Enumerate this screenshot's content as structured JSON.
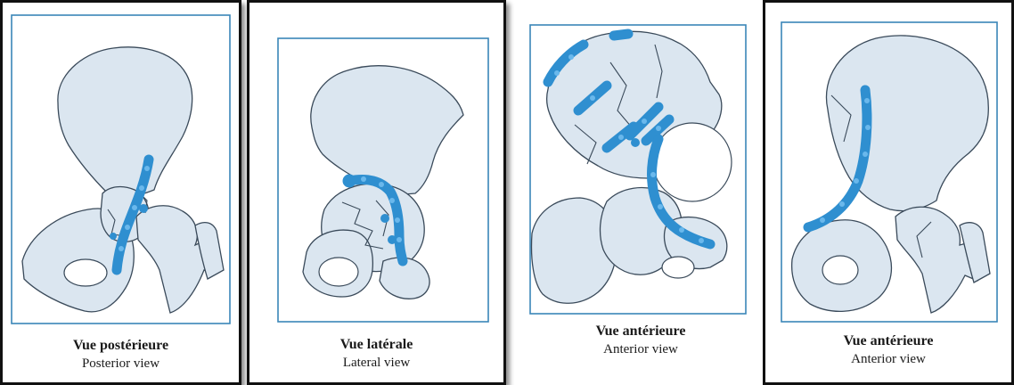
{
  "panels": [
    {
      "title_fr": "Vue postérieure",
      "title_en": "Posterior view"
    },
    {
      "title_fr": "Vue latérale",
      "title_en": "Lateral view"
    },
    {
      "title_fr": "Vue antérieure",
      "title_en": "Anterior view"
    },
    {
      "title_fr": "Vue antérieure",
      "title_en": "Anterior view"
    }
  ],
  "colors": {
    "bone_fill": "#dbe6f0",
    "bone_outline": "#3a4a5a",
    "frame": "#3a86b8",
    "plate": "#2f8fd0",
    "panel_border": "#111111"
  }
}
